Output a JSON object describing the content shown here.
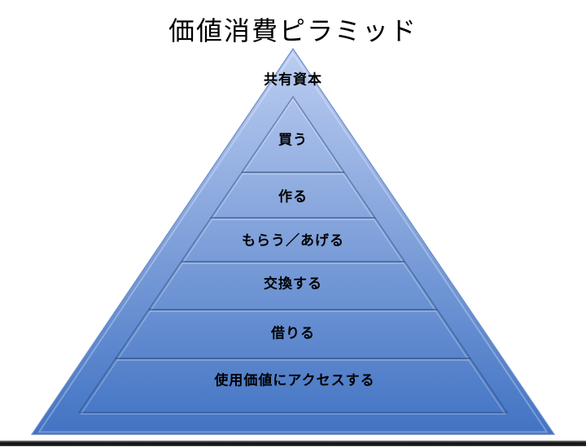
{
  "title": "価値消費ピラミッド",
  "diagram": {
    "type": "pyramid",
    "levels": [
      {
        "rank": 1,
        "label": "共有資本"
      },
      {
        "rank": 2,
        "label": "買う"
      },
      {
        "rank": 3,
        "label": "作る"
      },
      {
        "rank": 4,
        "label": "もらう／あげる"
      },
      {
        "rank": 5,
        "label": "交換する"
      },
      {
        "rank": 6,
        "label": "借りる"
      },
      {
        "rank": 7,
        "label": "使用価値にアクセスする"
      }
    ]
  },
  "colors": {
    "pyramid_top": "#bccdf1",
    "pyramid_bottom": "#4173c3",
    "outline": "#6e8ec8",
    "label_text": "#000000",
    "title_text": "#000000",
    "bottom_bar": "#161616"
  }
}
